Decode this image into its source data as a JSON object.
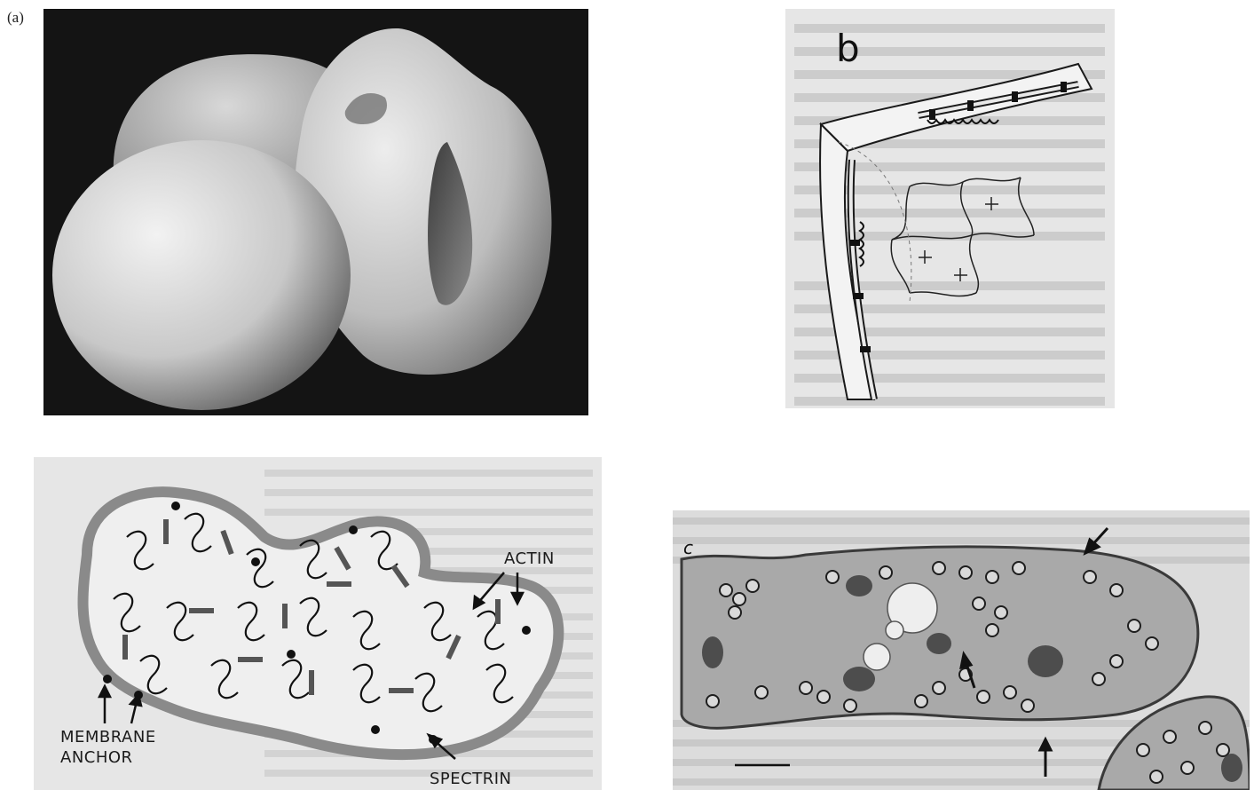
{
  "panel_a": {
    "label": "(a)"
  },
  "panel_b": {
    "label": "b"
  },
  "panel_c": {
    "label": "c"
  },
  "schematic": {
    "actin_label": "ACTIN",
    "membrane_anchor_label": "MEMBRANE\nANCHOR",
    "spectrin_label": "SPECTRIN"
  },
  "colors": {
    "sem_background": "#141414",
    "paper_grey": "#e6e6e6",
    "membrane_band": "#8a8a8a"
  }
}
